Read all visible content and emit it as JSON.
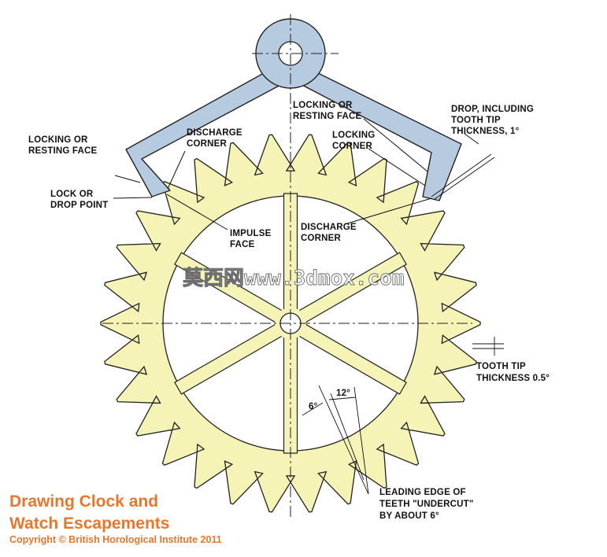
{
  "labels": {
    "locking_resting_face_left": [
      "LOCKING OR",
      "RESTING FACE"
    ],
    "discharge_corner_left": [
      "DISCHARGE",
      "CORNER"
    ],
    "lock_drop_point": [
      "LOCK OR",
      "DROP POINT"
    ],
    "impulse_face": [
      "IMPULSE",
      "FACE"
    ],
    "locking_resting_face_right": [
      "LOCKING OR",
      "RESTING FACE"
    ],
    "locking_corner": [
      "LOCKING",
      "CORNER"
    ],
    "drop_including": [
      "DROP, INCLUDING",
      "TOOTH TIP",
      "THICKNESS, 1°"
    ],
    "discharge_corner_right": [
      "DISCHARGE",
      "CORNER"
    ],
    "tooth_tip_thickness": [
      "TOOTH TIP",
      "THICKNESS 0.5°"
    ],
    "angle_6": "6°",
    "angle_12": "12°",
    "leading_edge": [
      "LEADING EDGE OF",
      "TEETH \"UNDERCUT\"",
      "BY ABOUT 6°"
    ]
  },
  "watermark": "莫西网www.3dmox.com",
  "title_lines": [
    "Drawing Clock and",
    "Watch Escapements"
  ],
  "copyright": "Copyright © British Horological Institute 2011",
  "colors": {
    "wheel_fill": "#f6f3b7",
    "pallet_fill": "#b7cbe0",
    "outline": "#222222",
    "title_orange": "#e8762c"
  },
  "wheel": {
    "tooth_count": 30
  }
}
